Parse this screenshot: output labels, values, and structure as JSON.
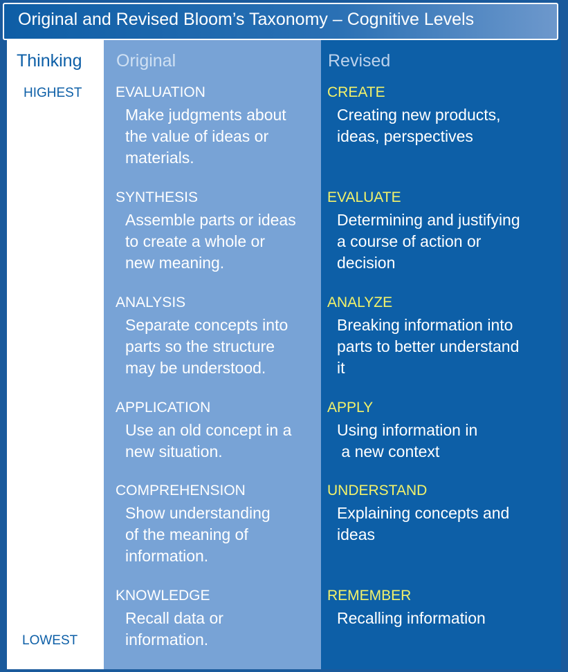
{
  "title": "Original and Revised Bloom’s Taxonomy – Cognitive Levels",
  "headers": {
    "thinking": "Thinking",
    "original": "Original",
    "revised": "Revised"
  },
  "thinking_scale": {
    "highest": "HIGHEST",
    "lowest": "LOWEST"
  },
  "original": [
    {
      "name": "EVALUATION",
      "desc": [
        "Make judgments about",
        "the value of ideas or",
        "materials."
      ]
    },
    {
      "name": "SYNTHESIS",
      "desc": [
        "Assemble parts or ideas",
        "to create a whole or",
        "new meaning."
      ]
    },
    {
      "name": "ANALYSIS",
      "desc": [
        "Separate concepts into",
        "parts so the structure",
        "may be understood."
      ]
    },
    {
      "name": "APPLICATION",
      "desc": [
        "Use an old concept in a",
        "new situation."
      ]
    },
    {
      "name": "COMPREHENSION",
      "desc": [
        "Show understanding",
        "of the meaning of",
        "information."
      ]
    },
    {
      "name": "KNOWLEDGE",
      "desc": [
        "Recall data or",
        "information."
      ]
    }
  ],
  "revised": [
    {
      "name": "CREATE",
      "desc": [
        "Creating new products,",
        "ideas, perspectives"
      ]
    },
    {
      "name": "EVALUATE",
      "desc": [
        "Determining and justifying",
        "a course of action or",
        "decision"
      ]
    },
    {
      "name": "ANALYZE",
      "desc": [
        "Breaking information into",
        "parts to better understand",
        "it"
      ]
    },
    {
      "name": "APPLY",
      "desc": [
        "Using information in",
        " a new context"
      ]
    },
    {
      "name": "UNDERSTAND",
      "desc": [
        "Explaining concepts and",
        "ideas"
      ]
    },
    {
      "name": "REMEMBER",
      "desc": [
        "Recalling information"
      ]
    }
  ],
  "colors": {
    "revised_column": "#0d5fa7",
    "original_column": "#78a3d6",
    "revised_level_name": "#f3f26a",
    "thinking_text": "#0d5fa7"
  }
}
